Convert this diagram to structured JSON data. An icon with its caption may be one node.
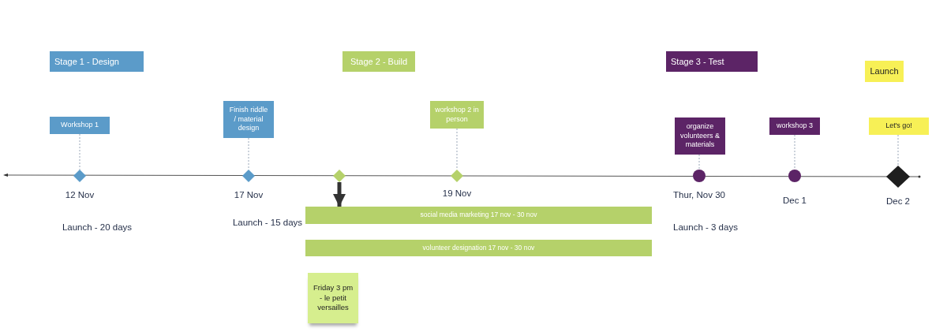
{
  "diagram": {
    "nodes": [
      {
        "text": [
          "Stage 1 - Design"
        ]
      },
      {
        "text": [
          "Stage 2 - Build"
        ]
      },
      {
        "text": [
          "Stage 3 - Test"
        ]
      },
      {
        "text": [
          "Launch"
        ]
      },
      {
        "text": [
          "Workshop 1"
        ]
      },
      {
        "text": [
          "Finish riddle / material design"
        ]
      },
      {
        "text": [
          "workshop 2 in person"
        ]
      },
      {
        "text": [
          "organize volunteers & materials"
        ]
      },
      {
        "text": [
          "workshop 3"
        ]
      },
      {
        "text": [
          "Let's go!"
        ]
      },
      {
        "text": [],
        "shape": "diamond",
        "beside": [
          "12 Nov"
        ]
      },
      {
        "text": [],
        "shape": "diamond",
        "beside": [
          "17 Nov"
        ]
      },
      {
        "text": [],
        "shape": "diamond"
      },
      {
        "text": [],
        "shape": "diamond",
        "beside": [
          "19 Nov"
        ]
      },
      {
        "text": [],
        "shape": "circle",
        "beside": [
          "Thur, Nov 30"
        ]
      },
      {
        "text": [],
        "shape": "circle",
        "beside": [
          "Dec 1"
        ]
      },
      {
        "text": [],
        "shape": "diamond",
        "beside": [
          "Dec 2"
        ]
      },
      {
        "text": [
          "social media marketing 17 nov - 30 nov"
        ]
      },
      {
        "text": [
          "volunteer designation 17 nov - 30 nov"
        ]
      },
      {
        "text": [
          "Friday 3 pm - le petit versailles"
        ]
      }
    ],
    "edges": [
      {
        "from": 4,
        "to": 10,
        "arrow": "none",
        "style": "dashed"
      },
      {
        "from": 5,
        "to": 11,
        "arrow": "none",
        "style": "dashed"
      },
      {
        "from": 6,
        "to": 13,
        "arrow": "none",
        "style": "dashed"
      },
      {
        "from": 7,
        "to": 14,
        "arrow": "none",
        "style": "dashed"
      },
      {
        "from": 8,
        "to": 15,
        "arrow": "none",
        "style": "dashed"
      },
      {
        "from": 9,
        "to": 16,
        "arrow": "none",
        "style": "dashed"
      },
      {
        "from": 12,
        "to": 17,
        "arrow": "to",
        "style": "thick",
        "color": "#333333"
      }
    ],
    "labels": [
      "Launch - 20 days",
      "Launch - 15 days",
      "Launch - 3 days"
    ]
  }
}
